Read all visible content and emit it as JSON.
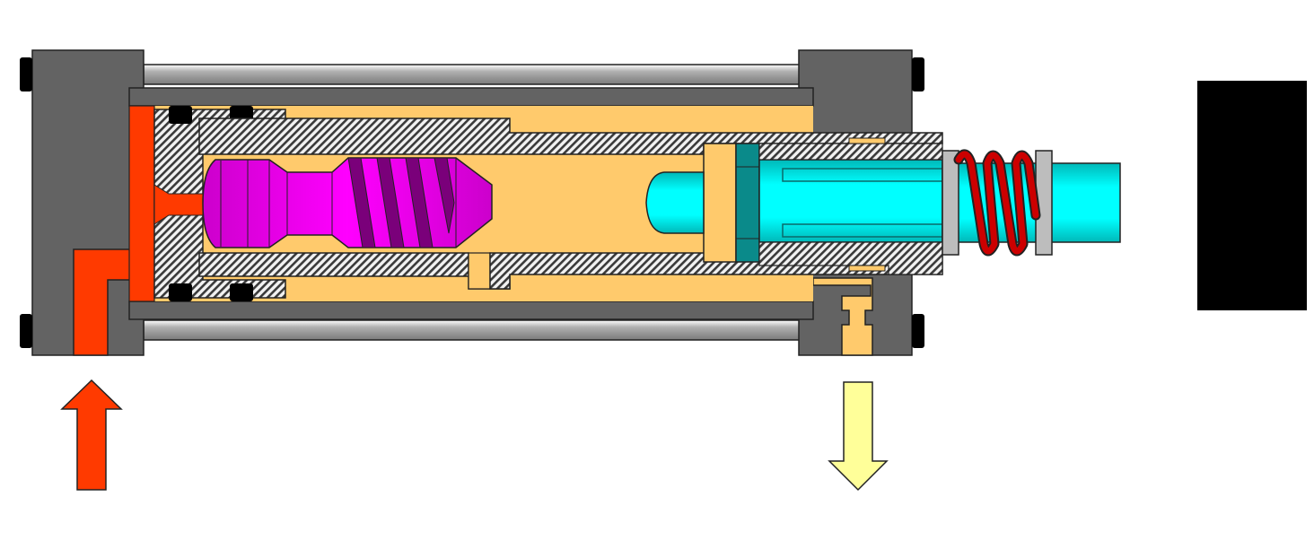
{
  "diagram": {
    "subject": "rotary-actuator-cutaway",
    "colors": {
      "background": "#ffffff",
      "endcap": "#636363",
      "tie_rod": "#9a9a9a",
      "barrel_fluid": "#ffca6c",
      "pressure_fluid": "#ff3a00",
      "hatch_dark": "#3a3a3a",
      "hatch_light": "#f2f2f2",
      "seal": "#000000",
      "helical_shaft": "#ff00ff",
      "helix_groove": "#7a007a",
      "output_shaft": "#00ffff",
      "output_shaft_dark": "#0a8a8a",
      "spring": "#cc0000",
      "spring_washer": "#bdbdbd",
      "load_block": "#000000",
      "inlet_arrow": "#ff3a00",
      "outlet_arrow": "#ffff99"
    },
    "flow": [
      {
        "id": "inlet",
        "direction": "up",
        "icon": "up-arrow-icon"
      },
      {
        "id": "outlet",
        "direction": "down",
        "icon": "down-arrow-icon"
      }
    ]
  }
}
